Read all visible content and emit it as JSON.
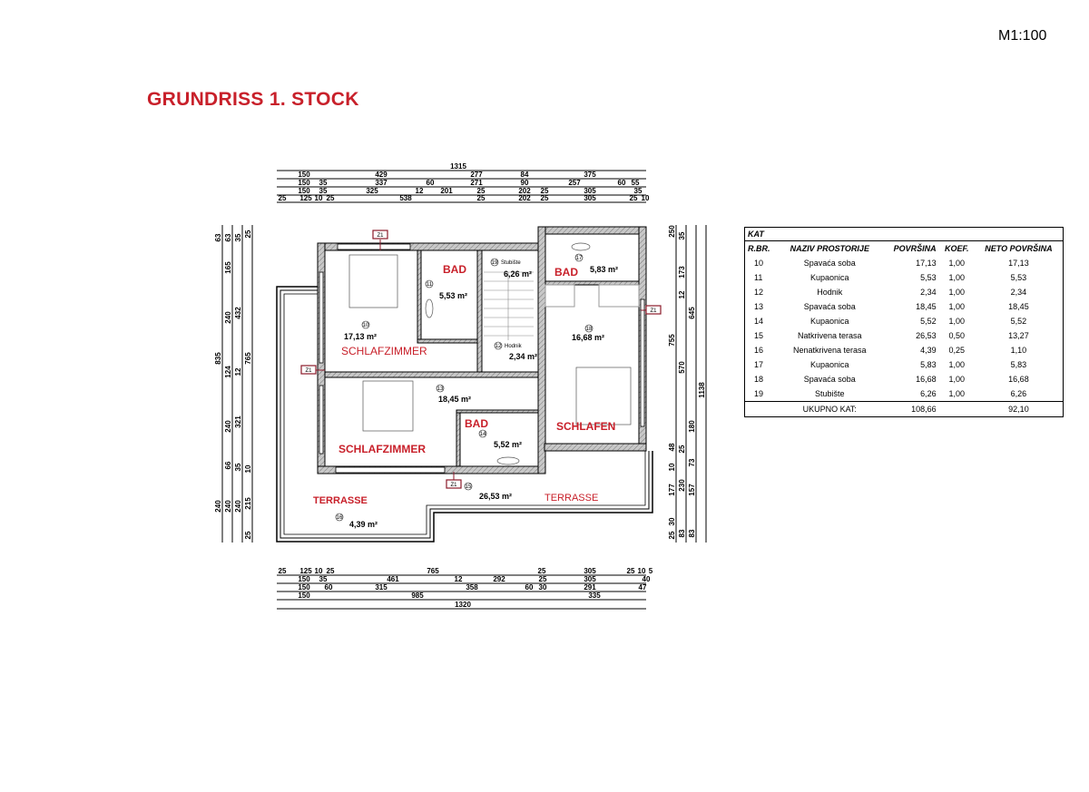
{
  "scale": "M1:100",
  "title": "GRUNDRISS  1. STOCK",
  "colors": {
    "title": "#c8202a",
    "wall": "#9a9a9a",
    "line": "#000000"
  },
  "rooms": {
    "bad_11": {
      "label": "BAD",
      "num": "11",
      "area": "5,53 m²"
    },
    "schlafzimmer_10": {
      "label": "SCHLAFZIMMER",
      "num": "10",
      "area": "17,13 m²"
    },
    "stubiste_19": {
      "label": "Stubište",
      "num": "19",
      "area": "6,26 m²"
    },
    "hodnik_12": {
      "label": "Hodnik",
      "num": "12",
      "area": "2,34 m²"
    },
    "bad_17": {
      "label": "BAD",
      "num": "17",
      "area": "5,83 m²"
    },
    "schlafen_18": {
      "label": "SCHLAFEN",
      "num": "18",
      "area": "16,68 m²"
    },
    "schlafzimmer_13": {
      "label": "SCHLAFZIMMER",
      "num": "13",
      "area": "18,45 m²"
    },
    "bad_14": {
      "label": "BAD",
      "num": "14",
      "area": "5,52 m²"
    },
    "terrasse_15": {
      "label": "TERRASSE",
      "num": "15",
      "area": "26,53 m²"
    },
    "terrasse_16": {
      "label": "TERRASSE",
      "num": "16",
      "area": "4,39 m²"
    }
  },
  "section_tag": "Z1",
  "dims": {
    "top": [
      [
        "1315"
      ],
      [
        "150",
        "429",
        "277",
        "84",
        "375"
      ],
      [
        "150",
        "35",
        "337",
        "60",
        "271",
        "90",
        "257",
        "60",
        "55"
      ],
      [
        "150",
        "35",
        "325",
        "12",
        "201",
        "25",
        "202",
        "25",
        "305",
        "35"
      ],
      [
        "25",
        "125",
        "10",
        "25",
        "538",
        "25",
        "202",
        "25",
        "305",
        "25",
        "10"
      ]
    ],
    "bottom": [
      [
        "25",
        "125",
        "10",
        "25",
        "765",
        "25",
        "305",
        "25",
        "10",
        "5"
      ],
      [
        "150",
        "35",
        "461",
        "12",
        "292",
        "25",
        "305",
        "40"
      ],
      [
        "150",
        "60",
        "315",
        "358",
        "60",
        "30",
        "291",
        "47"
      ],
      [
        "150",
        "985",
        "335"
      ],
      [
        "1320"
      ]
    ],
    "left": [
      [
        "63",
        "835",
        "240"
      ],
      [
        "63",
        "165",
        "240",
        "124",
        "240",
        "66",
        "240"
      ],
      [
        "35",
        "432",
        "12",
        "321",
        "35",
        "240"
      ],
      [
        "25",
        "765",
        "10",
        "215",
        "25"
      ]
    ],
    "right": [
      [
        "250",
        "755",
        "48",
        "10",
        "177",
        "30",
        "25"
      ],
      [
        "35",
        "173",
        "12",
        "570",
        "25",
        "230",
        "83"
      ],
      [
        "645",
        "180",
        "73",
        "157",
        "83"
      ],
      [
        "1138"
      ]
    ]
  },
  "table": {
    "title": "KAT",
    "headers": [
      "R.BR.",
      "NAZIV PROSTORIJE",
      "POVRŠINA",
      "KOEF.",
      "NETO POVRŠINA"
    ],
    "rows": [
      [
        "10",
        "Spavaća soba",
        "17,13",
        "1,00",
        "17,13"
      ],
      [
        "11",
        "Kupaonica",
        "5,53",
        "1,00",
        "5,53"
      ],
      [
        "12",
        "Hodnik",
        "2,34",
        "1,00",
        "2,34"
      ],
      [
        "13",
        "Spavaća soba",
        "18,45",
        "1,00",
        "18,45"
      ],
      [
        "14",
        "Kupaonica",
        "5,52",
        "1,00",
        "5,52"
      ],
      [
        "15",
        "Natkrivena terasa",
        "26,53",
        "0,50",
        "13,27"
      ],
      [
        "16",
        "Nenatkrivena terasa",
        "4,39",
        "0,25",
        "1,10"
      ],
      [
        "17",
        "Kupaonica",
        "5,83",
        "1,00",
        "5,83"
      ],
      [
        "18",
        "Spavaća soba",
        "16,68",
        "1,00",
        "16,68"
      ],
      [
        "19",
        "Stubište",
        "6,26",
        "1,00",
        "6,26"
      ]
    ],
    "total": {
      "label": "UKUPNO KAT:",
      "gross": "108,66",
      "net": "92,10"
    }
  }
}
